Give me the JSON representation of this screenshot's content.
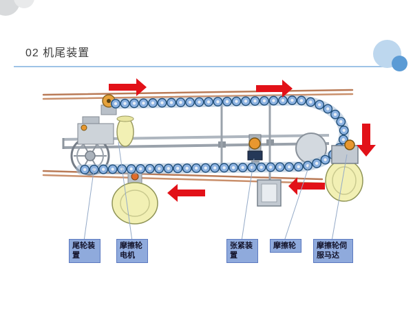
{
  "slide": {
    "title": "02 机尾装置"
  },
  "callouts": [
    {
      "text": "尾轮装置"
    },
    {
      "text": "摩擦轮电机"
    },
    {
      "text": "张紧装置"
    },
    {
      "text": "摩擦轮"
    },
    {
      "text": "摩擦轮伺服马达"
    }
  ],
  "colors": {
    "accent_blue": "#9dc3e6",
    "decor_circle_large": "#bdd7ee",
    "decor_circle_small": "#5b9bd5",
    "callout_bg": "#8faadc",
    "callout_border": "#5a78c0",
    "arrow_red": "#e21118",
    "chain_guide": "#9fb8d4",
    "chain_fill": "#8db3e2",
    "chain_stroke": "#1f4e79",
    "chain_pin": "#e8eef5",
    "wheel_yellow": "#f2f0b4",
    "rail_copper": "#b97a56",
    "steel_gray": "#c5cbd3",
    "orange_part": "#e8972f"
  }
}
